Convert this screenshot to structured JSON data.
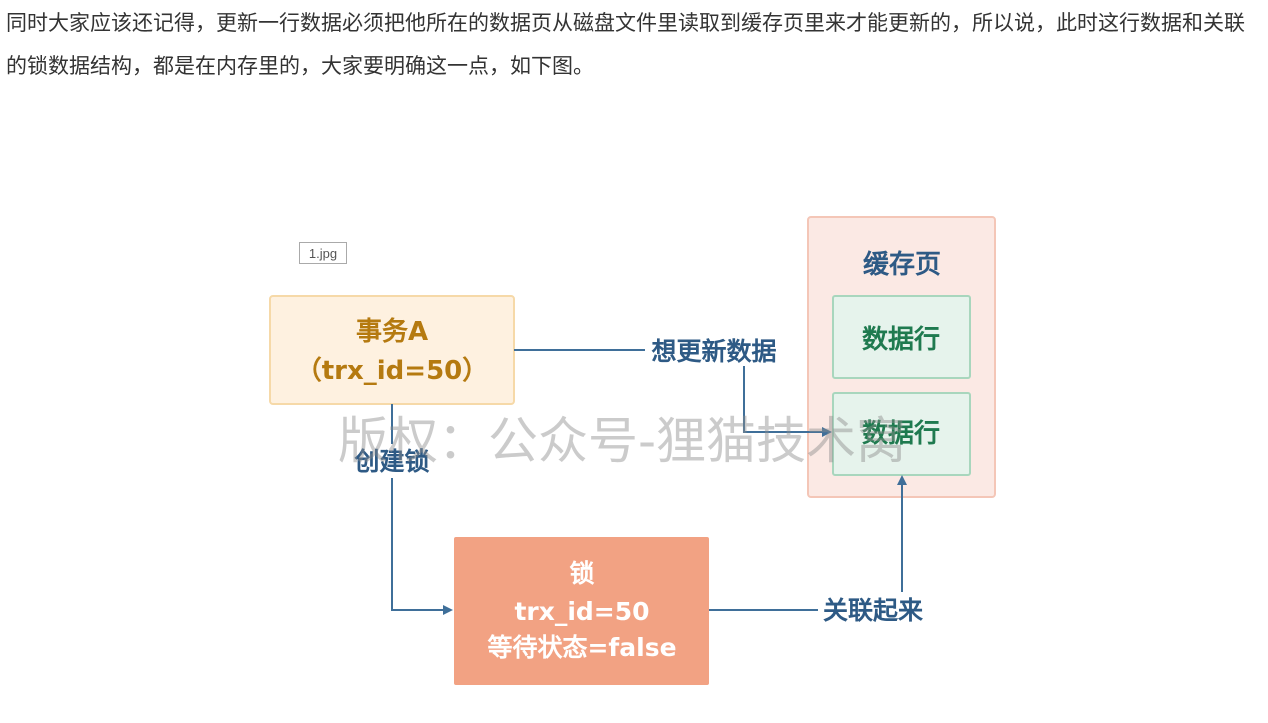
{
  "article": {
    "paragraph": "同时大家应该还记得，更新一行数据必须把他所在的数据页从磁盘文件里读取到缓存页里来才能更新的，所以说，此时这行数据和关联的锁数据结构，都是在内存里的，大家要明确这一点，如下图。"
  },
  "image": {
    "alt_label": "1.jpg"
  },
  "diagram": {
    "transaction": {
      "line1": "事务A",
      "line2": "（trx_id=50）"
    },
    "cache_page": {
      "title": "缓存页",
      "row1": "数据行",
      "row2": "数据行"
    },
    "lock": {
      "line1": "锁",
      "line2": "trx_id=50",
      "line3": "等待状态=false"
    },
    "edges": {
      "update_label": "想更新数据",
      "create_lock_label": "创建锁",
      "associate_label": "关联起来"
    },
    "watermark": "版权：公众号-狸猫技术窝",
    "colors": {
      "transaction_fill": "#fef1e0",
      "transaction_stroke": "#f6d9a8",
      "transaction_text": "#b57a10",
      "cache_fill": "#fbe9e4",
      "cache_stroke": "#f4c6b7",
      "row_fill": "#e6f3ec",
      "row_stroke": "#a8d6bd",
      "row_text": "#1f7a4f",
      "lock_fill": "#f2a283",
      "lock_text": "#ffffff",
      "edge": "#3f6f99",
      "label_text": "#2e5a85"
    }
  }
}
